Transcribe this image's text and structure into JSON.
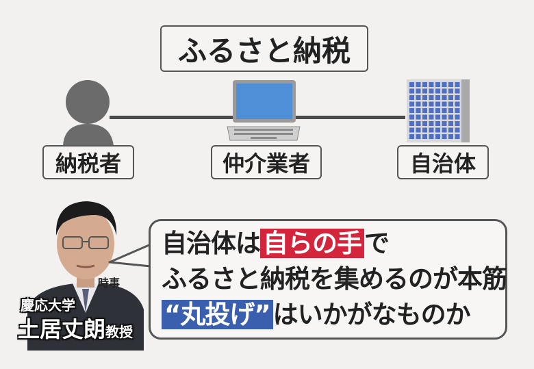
{
  "title": "ふるさと納税",
  "nodes": [
    {
      "label": "納税者",
      "icon": "person-icon"
    },
    {
      "label": "仲介業者",
      "icon": "laptop-icon"
    },
    {
      "label": "自治体",
      "icon": "building-icon"
    }
  ],
  "quote": {
    "line1_before": "自治体は",
    "line1_highlight": "自らの手",
    "line1_after": "で",
    "line2": "ふるさと納税を集めるのが本筋",
    "line3_highlight": "“丸投げ”",
    "line3_after": "はいかがなものか"
  },
  "speaker": {
    "credit": "時事",
    "affiliation": "慶応大学",
    "name": "土居丈朗",
    "title": "教授"
  },
  "colors": {
    "highlight_red": "#d3263c",
    "highlight_blue": "#3a5fae",
    "building_windows": "#4f6fc4",
    "laptop_screen": "#4f8fd8"
  }
}
